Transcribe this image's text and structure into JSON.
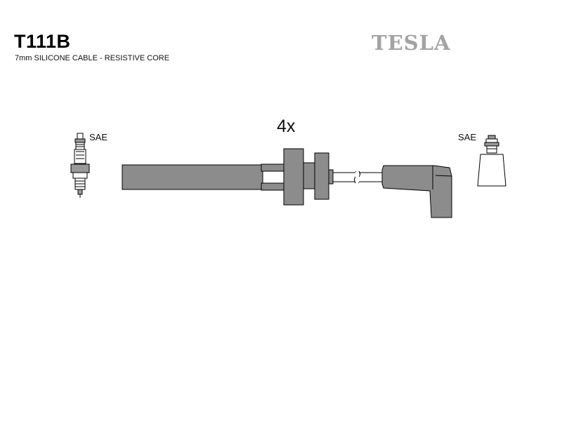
{
  "header": {
    "part_number": "T111B",
    "description": "7mm SILICONE CABLE - RESISTIVE CORE",
    "brand": "TESLA"
  },
  "diagram": {
    "quantity_label": "4x",
    "plug_end_label": "SAE",
    "coil_end_label": "SAE",
    "fill_color": "#8c8c8c",
    "stroke_color": "#000000",
    "brand_color": "#a3a3a3"
  }
}
